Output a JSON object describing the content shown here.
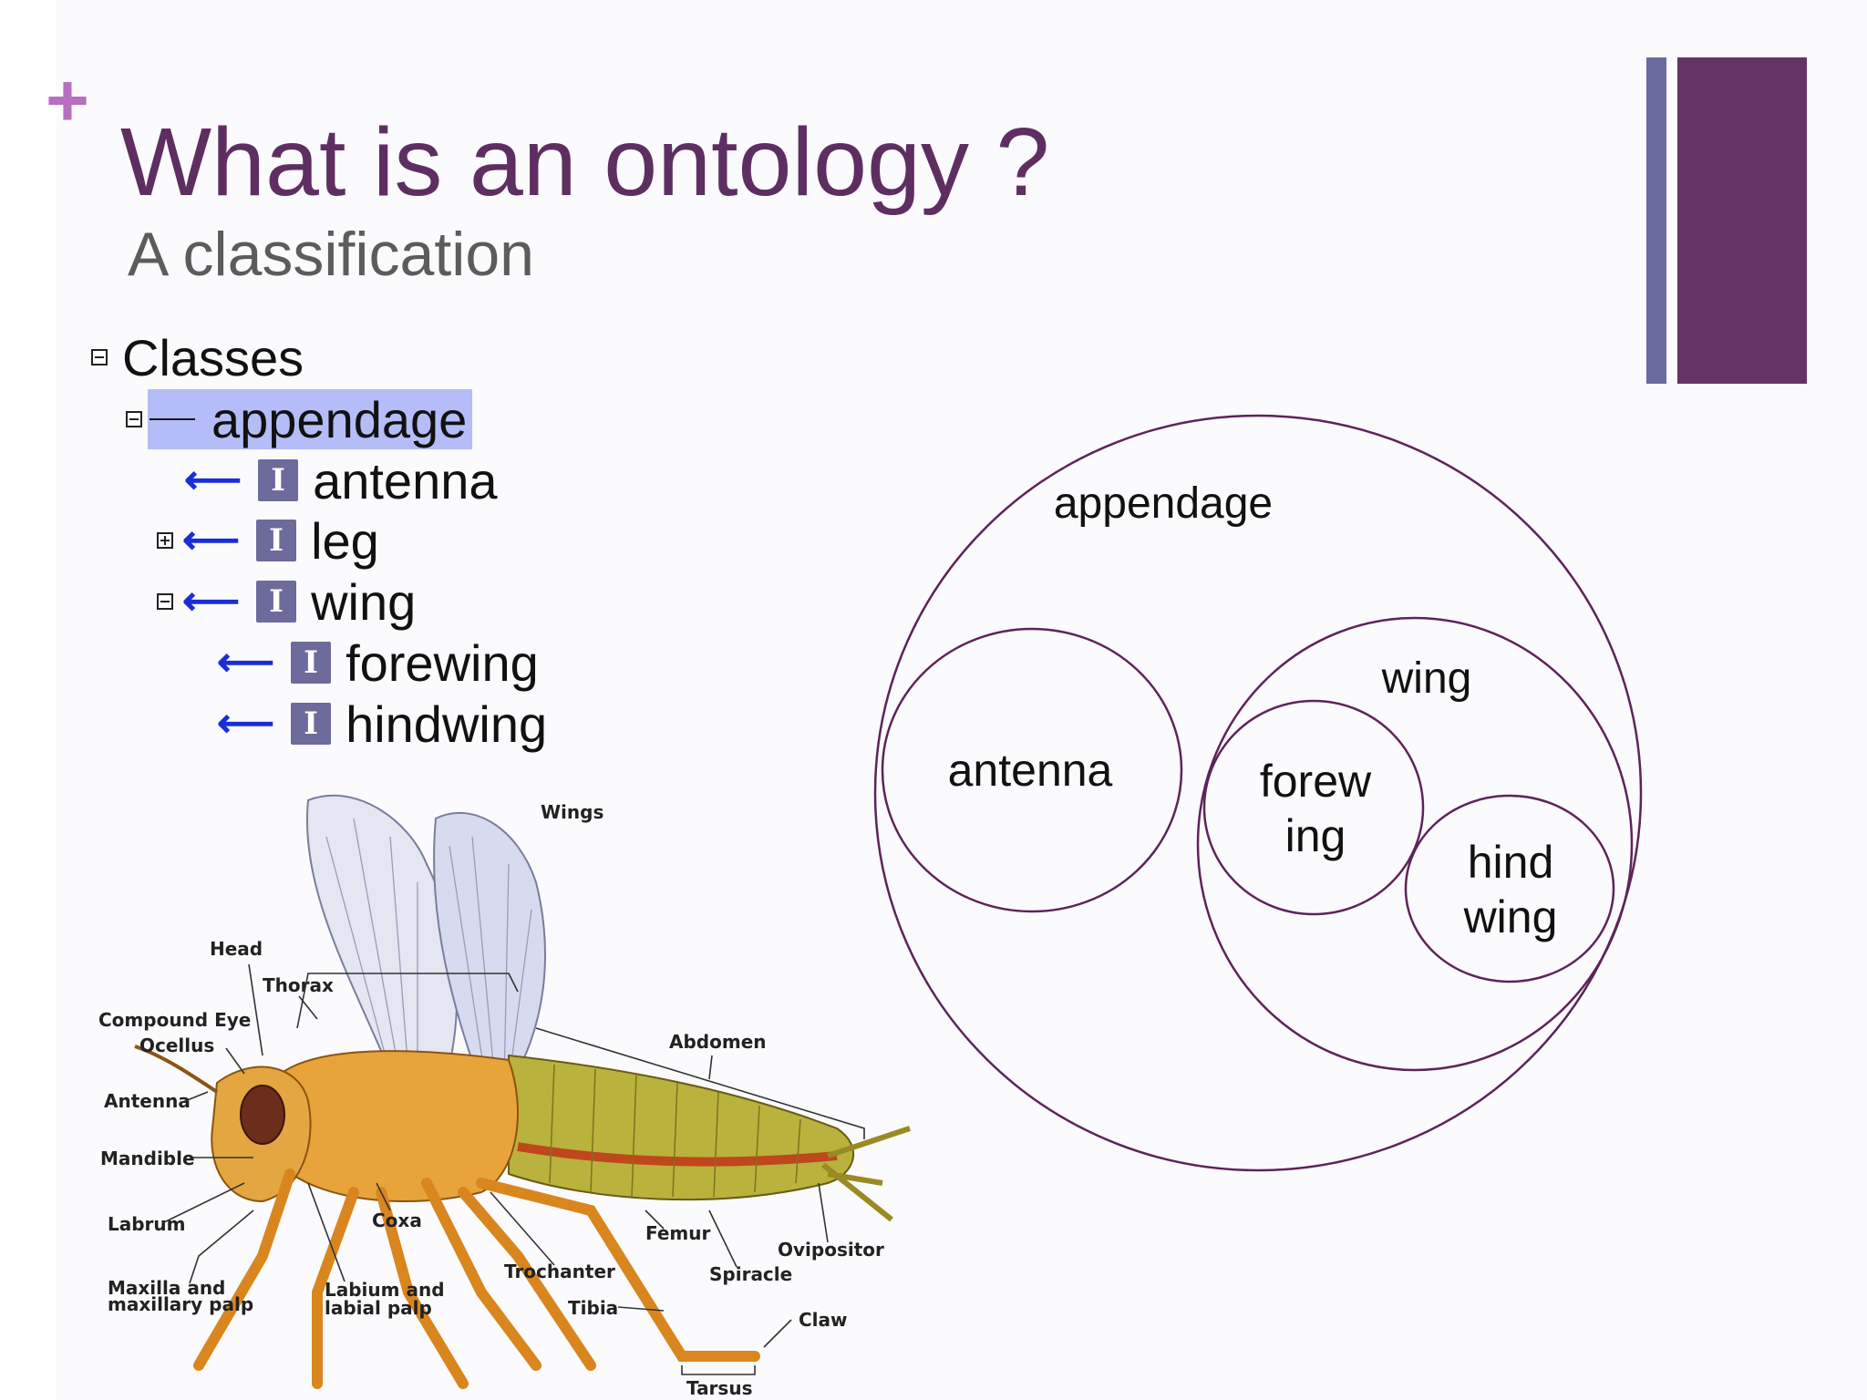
{
  "slide": {
    "plus_glyph": "+",
    "title": "What is an ontology ?",
    "subtitle": "A classification",
    "accent_colors": {
      "title": "#5e2e63",
      "bar_left": "#6a6b9f",
      "bar_right": "#653365",
      "plus": "#b76fbf"
    }
  },
  "tree": {
    "root": "Classes",
    "parent": "appendage",
    "items": [
      {
        "label": "antenna",
        "icon": "I"
      },
      {
        "label": "leg",
        "icon": "I"
      },
      {
        "label": "wing",
        "icon": "I"
      },
      {
        "label": "forewing",
        "icon": "I"
      },
      {
        "label": "hindwing",
        "icon": "I"
      }
    ]
  },
  "venn": {
    "outer": "appendage",
    "antenna": "antenna",
    "wing": "wing",
    "forewing_line1": "forew",
    "forewing_line2": "ing",
    "hindwing_line1": "hind",
    "hindwing_line2": "wing"
  },
  "insect_labels": {
    "wings": "Wings",
    "head": "Head",
    "thorax": "Thorax",
    "compound_eye": "Compound Eye",
    "ocellus": "Ocellus",
    "antenna": "Antenna",
    "mandible": "Mandible",
    "labrum": "Labrum",
    "maxilla_1": "Maxilla and",
    "maxilla_2": "maxillary palp",
    "labium_1": "Labium and",
    "labium_2": "labial palp",
    "coxa": "Coxa",
    "trochanter": "Trochanter",
    "tibia": "Tibia",
    "femur": "Femur",
    "spiracle": "Spiracle",
    "ovipositor": "Ovipositor",
    "claw": "Claw",
    "tarsus": "Tarsus",
    "abdomen": "Abdomen"
  }
}
